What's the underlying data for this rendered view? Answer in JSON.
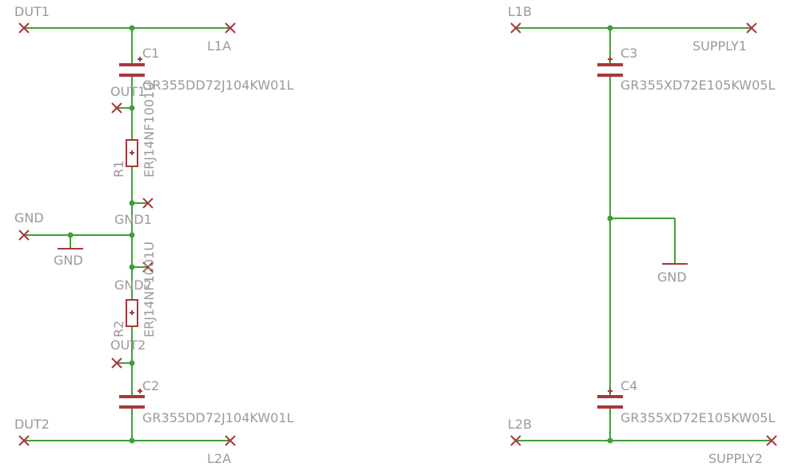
{
  "colors": {
    "wire": "#3fa03a",
    "device": "#a8383c",
    "text": "#9a9a9a"
  },
  "labels": {
    "dut1": "DUT1",
    "l1a": "L1A",
    "c1_name": "C1",
    "c1_value": "GR355DD72J104KW01L",
    "out1": "OUT1",
    "r1_name": "R1",
    "r1_value": "ERJ14NF1001U",
    "gnd_port": "GND",
    "gnd_symbol_left": "GND",
    "gnd1": "GND1",
    "gnd2": "GND2",
    "r2_name": "R2",
    "r2_value": "ERJ14NF1001U",
    "out2": "OUT2",
    "c2_name": "C2",
    "c2_value": "GR355DD72J104KW01L",
    "dut2": "DUT2",
    "l2a": "L2A",
    "l1b": "L1B",
    "supply1": "SUPPLY1",
    "c3_name": "C3",
    "c3_value": "GR355XD72E105KW05L",
    "gnd_symbol_right": "GND",
    "c4_name": "C4",
    "c4_value": "GR355XD72E105KW05L",
    "l2b": "L2B",
    "supply2": "SUPPLY2"
  }
}
